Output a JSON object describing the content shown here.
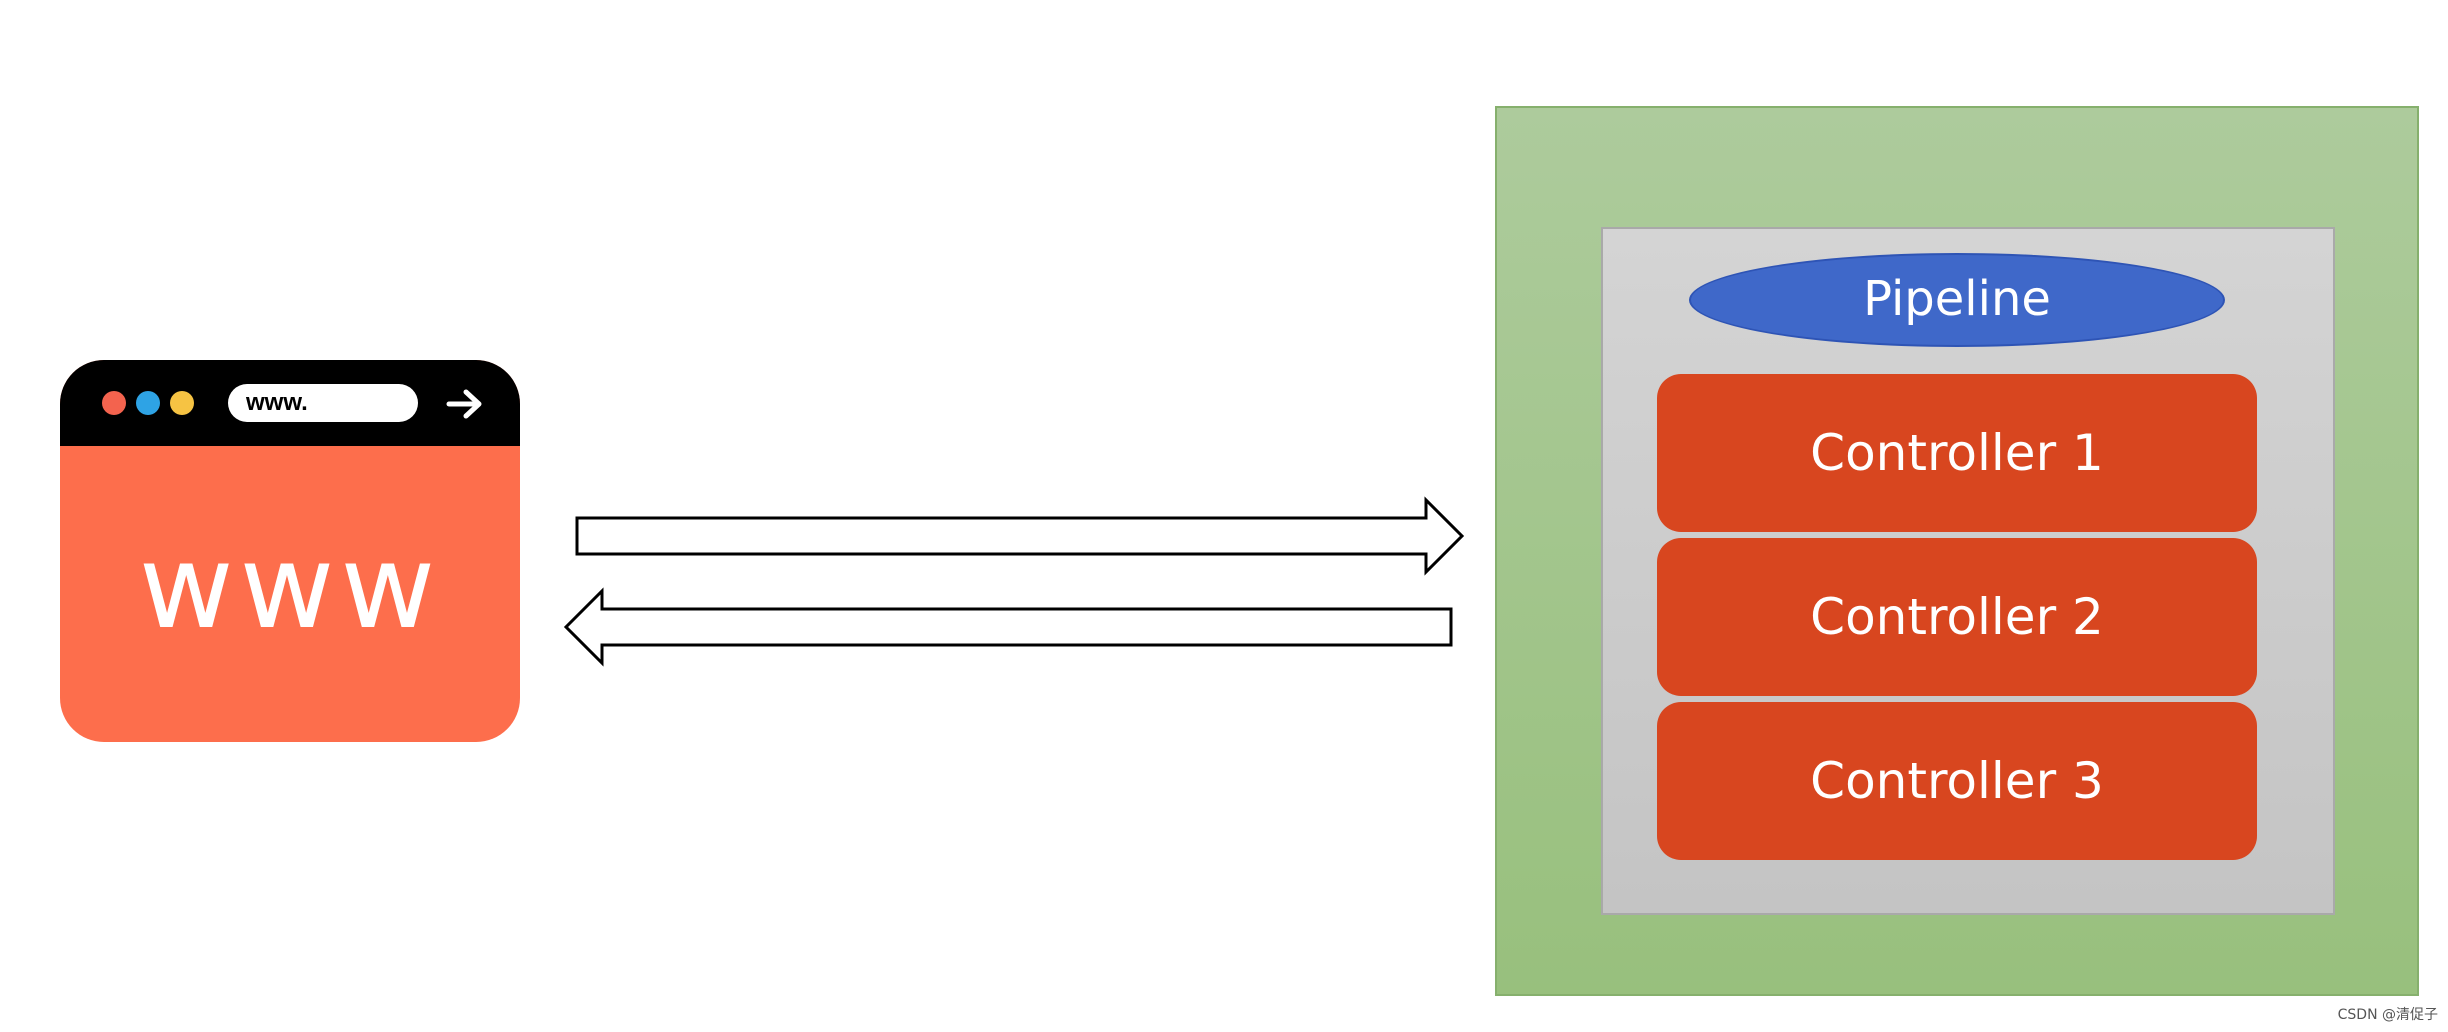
{
  "browser": {
    "url_text": "www.",
    "main_text": "www",
    "colors": {
      "body": "#fd6e4c",
      "bar": "#000000",
      "dot_red": "#f3634e",
      "dot_blue": "#2ea3e5",
      "dot_yellow": "#f6c343"
    },
    "icons": [
      "red-dot-icon",
      "blue-dot-icon",
      "yellow-dot-icon",
      "arrow-right-icon"
    ]
  },
  "arrows": {
    "request": "right",
    "response": "left"
  },
  "server": {
    "pipeline_label": "Pipeline",
    "controllers": [
      "Controller 1",
      "Controller 2",
      "Controller 3"
    ],
    "colors": {
      "outer": "#a3c78c",
      "inner": "#cccccc",
      "pipeline": "#3f68c9",
      "controller": "#d8461f"
    }
  },
  "watermark": "CSDN @清促子"
}
